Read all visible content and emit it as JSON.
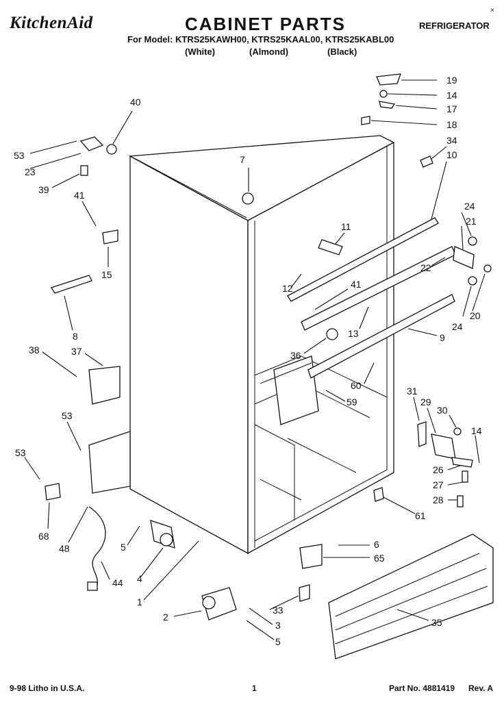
{
  "header": {
    "brand": "KitchenAid",
    "title": "CABINET PARTS",
    "appliance_type": "REFRIGERATOR",
    "models_line": "For Model: KTRS25KAWH00, KTRS25KAAL00, KTRS25KABL00",
    "color_white": "(White)",
    "color_almond": "(Almond)",
    "color_black": "(Black)",
    "corner_mark": "×"
  },
  "footer": {
    "litho": "9-98 Litho in U.S.A.",
    "page": "1",
    "part_no": "Part No. 4881419",
    "rev": "Rev. A"
  },
  "callouts": [
    {
      "id": "c19",
      "number": "19"
    },
    {
      "id": "c14a",
      "number": "14"
    },
    {
      "id": "c17",
      "number": "17"
    },
    {
      "id": "c18",
      "number": "18"
    },
    {
      "id": "c34",
      "number": "34"
    },
    {
      "id": "c10",
      "number": "10"
    },
    {
      "id": "c40",
      "number": "40"
    },
    {
      "id": "c53a",
      "number": "53"
    },
    {
      "id": "c23",
      "number": "23"
    },
    {
      "id": "c39",
      "number": "39"
    },
    {
      "id": "c7",
      "number": "7"
    },
    {
      "id": "c41a",
      "number": "41"
    },
    {
      "id": "c15",
      "number": "15"
    },
    {
      "id": "c11",
      "number": "11"
    },
    {
      "id": "c24a",
      "number": "24"
    },
    {
      "id": "c21",
      "number": "21"
    },
    {
      "id": "c22",
      "number": "22"
    },
    {
      "id": "c12",
      "number": "12"
    },
    {
      "id": "c41b",
      "number": "41"
    },
    {
      "id": "c24b",
      "number": "24"
    },
    {
      "id": "c20",
      "number": "20"
    },
    {
      "id": "c8",
      "number": "8"
    },
    {
      "id": "c13",
      "number": "13"
    },
    {
      "id": "c9",
      "number": "9"
    },
    {
      "id": "c38",
      "number": "38"
    },
    {
      "id": "c37",
      "number": "37"
    },
    {
      "id": "c36",
      "number": "36"
    },
    {
      "id": "c60",
      "number": "60"
    },
    {
      "id": "c59",
      "number": "59"
    },
    {
      "id": "c31",
      "number": "31"
    },
    {
      "id": "c29",
      "number": "29"
    },
    {
      "id": "c30",
      "number": "30"
    },
    {
      "id": "c14b",
      "number": "14"
    },
    {
      "id": "c53b",
      "number": "53"
    },
    {
      "id": "c53c",
      "number": "53"
    },
    {
      "id": "c26",
      "number": "26"
    },
    {
      "id": "c27",
      "number": "27"
    },
    {
      "id": "c28",
      "number": "28"
    },
    {
      "id": "c61",
      "number": "61"
    },
    {
      "id": "c68",
      "number": "68"
    },
    {
      "id": "c48",
      "number": "48"
    },
    {
      "id": "c5a",
      "number": "5"
    },
    {
      "id": "c4",
      "number": "4"
    },
    {
      "id": "c44",
      "number": "44"
    },
    {
      "id": "c6",
      "number": "6"
    },
    {
      "id": "c65",
      "number": "65"
    },
    {
      "id": "c1",
      "number": "1"
    },
    {
      "id": "c2",
      "number": "2"
    },
    {
      "id": "c33",
      "number": "33"
    },
    {
      "id": "c3",
      "number": "3"
    },
    {
      "id": "c5b",
      "number": "5"
    },
    {
      "id": "c35",
      "number": "35"
    }
  ]
}
